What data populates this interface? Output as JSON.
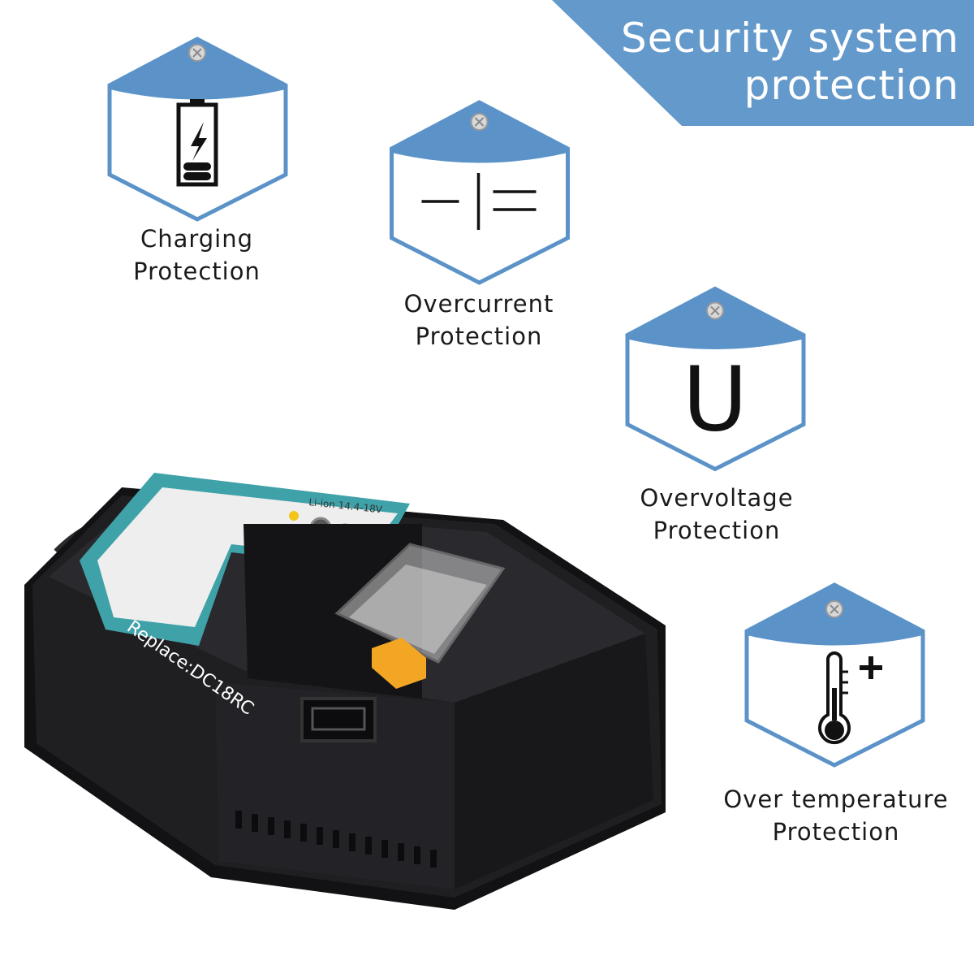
{
  "banner": {
    "line1": "Security system",
    "line2": "protection",
    "color": "#6499cb"
  },
  "features": [
    {
      "icon": "battery-charging-icon",
      "line1": "Charging",
      "line2": "Protection"
    },
    {
      "icon": "overcurrent-icon",
      "line1": "Overcurrent",
      "line2": "Protection"
    },
    {
      "icon": "voltage-u-icon",
      "glyph": "U",
      "line1": "Overvoltage",
      "line2": "Protection"
    },
    {
      "icon": "thermometer-plus-icon",
      "line1": "Over temperature",
      "line2": "Protection"
    }
  ],
  "colors": {
    "hex_border": "#5b93c9",
    "hex_top": "#5b93c9",
    "charger_body": "#1f1f22",
    "charger_label": "#3fa2a8",
    "battery_latch": "#f2a623"
  },
  "charger": {
    "model_label": "Replace:DC18RC",
    "spec_label": "Li-ion 14.4-18V"
  }
}
